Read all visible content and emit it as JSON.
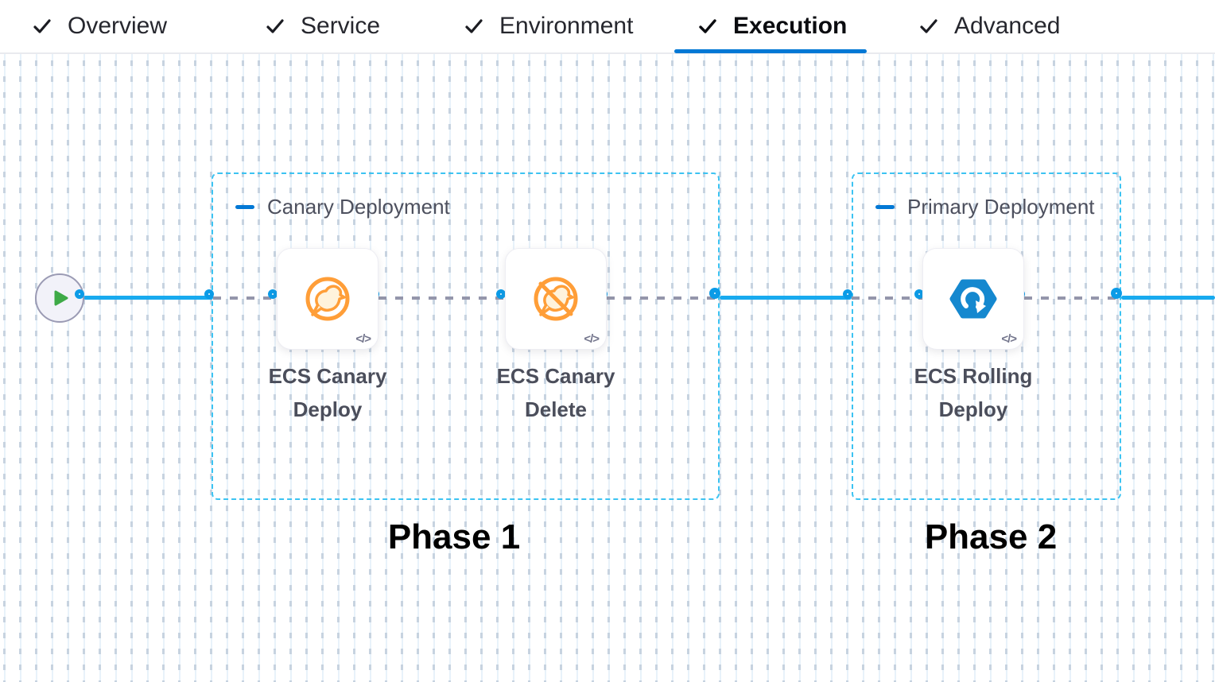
{
  "header": {
    "tabs": [
      {
        "label": "Overview",
        "checked": true,
        "active": false
      },
      {
        "label": "Service",
        "checked": true,
        "active": false
      },
      {
        "label": "Environment",
        "checked": true,
        "active": false
      },
      {
        "label": "Execution",
        "checked": true,
        "active": true
      },
      {
        "label": "Advanced",
        "checked": true,
        "active": false
      }
    ]
  },
  "canvas": {
    "start_node": {
      "icon": "play"
    },
    "code_badge": "</>",
    "groups": [
      {
        "label": "Canary Deployment",
        "steps": [
          {
            "name": "ECS Canary Deploy",
            "icon": "canary-deploy"
          },
          {
            "name": "ECS Canary Delete",
            "icon": "canary-delete"
          }
        ]
      },
      {
        "label": "Primary Deployment",
        "steps": [
          {
            "name": "ECS Rolling Deploy",
            "icon": "ecs-rolling"
          }
        ]
      }
    ],
    "annotations": [
      {
        "text": "Phase 1"
      },
      {
        "text": "Phase 2"
      }
    ]
  },
  "colors": {
    "accent_blue": "#0278d5",
    "connector_blue": "#18aaef",
    "port_blue": "#0b9be7",
    "group_border": "#3cc3f2",
    "dashed_link_gray": "#9496ab",
    "canary_orange": "#ff9e38",
    "rolling_blue": "#1588cf",
    "play_green": "#3eaa47",
    "text_dark": "#26272e",
    "label_gray": "#4d505e"
  }
}
